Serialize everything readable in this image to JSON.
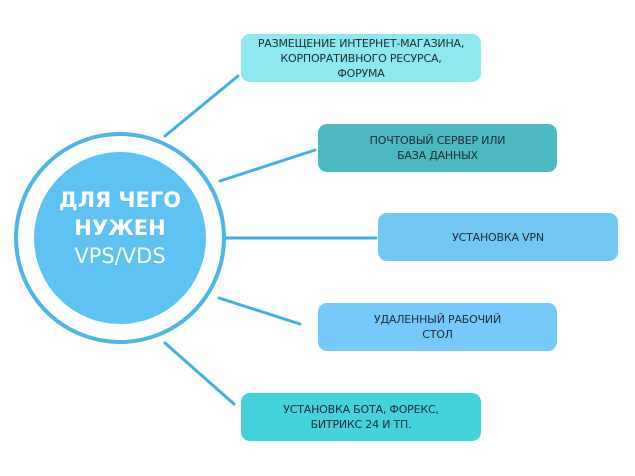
{
  "center": {
    "line1": "ДЛЯ ЧЕГО",
    "line2": "НУЖЕН",
    "line3": "VPS/VDS"
  },
  "colors": {
    "ring": "#4db6e8",
    "core": "#5ec3f2",
    "connector": "#3fafe3",
    "text": "#1f2a33"
  },
  "items": [
    {
      "label": "РАЗМЕЩЕНИЕ ИНТЕРНЕТ-МАГАЗИНА,\nКОРПОРАТИВНОГО РЕСУРСА,\nФОРУМА",
      "color": "#8de8ef"
    },
    {
      "label": "ПОЧТОВЫЙ СЕРВЕР ИЛИ\nБАЗА ДАННЫХ",
      "color": "#4cb8c0"
    },
    {
      "label": "УСТАНОВКА VPN",
      "color": "#72c8f2"
    },
    {
      "label": "УДАЛЕННЫЙ РАБОЧИЙ\nСТОЛ",
      "color": "#77c9fb"
    },
    {
      "label": "УСТАНОВКА БОТА, ФОРЕКС,\nБИТРИКС 24 И ТП.",
      "color": "#44d3da"
    }
  ]
}
